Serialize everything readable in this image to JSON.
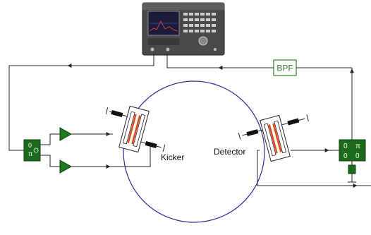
{
  "labels": {
    "bpf": "BPF",
    "kicker": "Kicker",
    "detector": "Detector",
    "hybrid_left_top": "0",
    "hybrid_left_bottom": "π",
    "hybrid_right": [
      "0",
      "π",
      "0",
      "0"
    ]
  },
  "colors": {
    "ring": "#2a2a9a",
    "hybrid_fill": "#1c6b1c",
    "amplifier_fill": "#1f7a1f",
    "bpf_border": "#2e7d2e",
    "bpf_text": "#2e7d2e",
    "electrode": "#e04a1a",
    "wire": "#222222"
  }
}
